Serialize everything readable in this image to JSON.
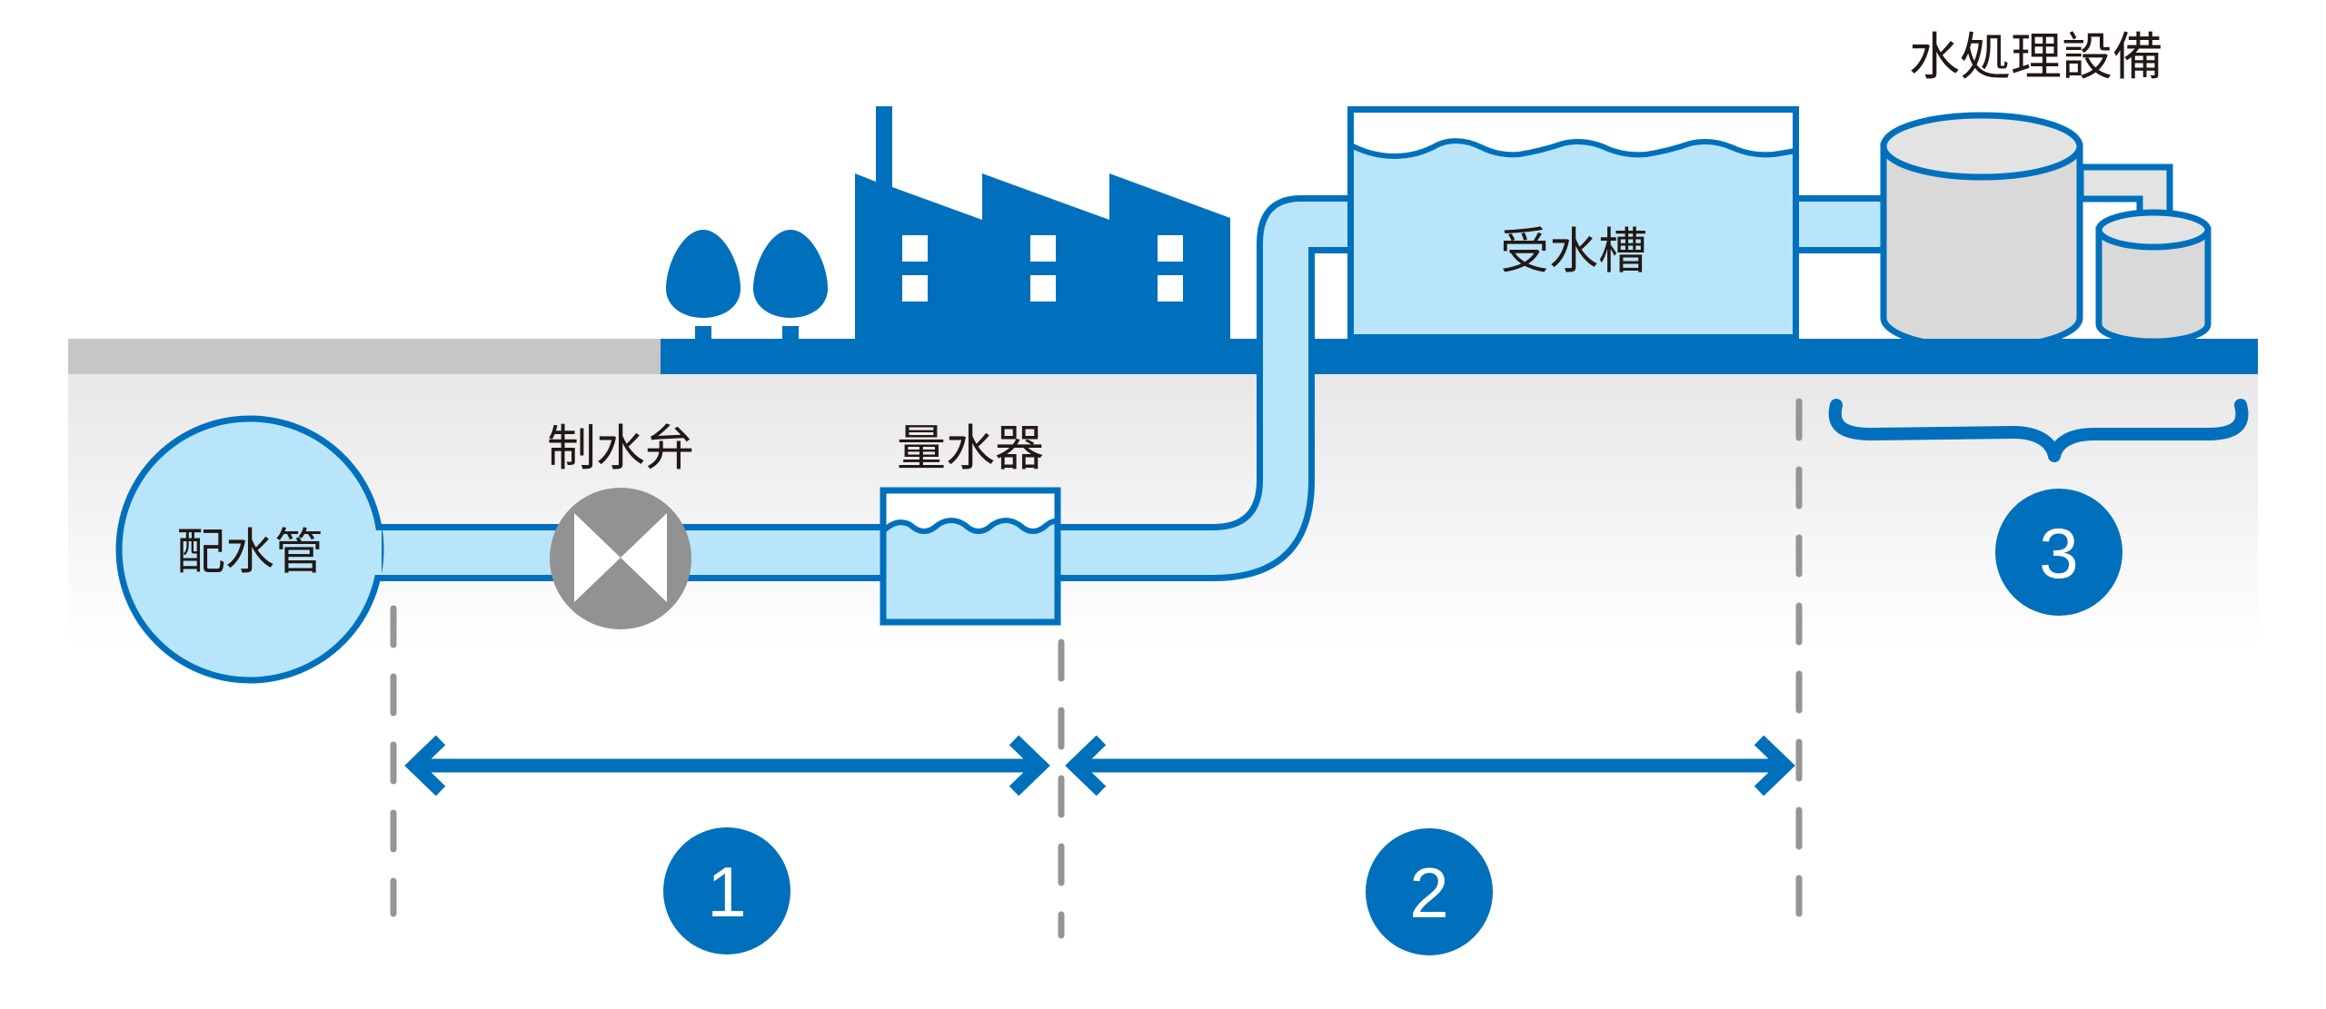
{
  "colors": {
    "brand_blue": "#0070bc",
    "water": "#b8e5f9",
    "valve_gray": "#929292",
    "equipment_gray": "#d9d9d9",
    "ground_gray": "#c6c6c6",
    "text": "#231815"
  },
  "labels": {
    "distribution_main": "配水管",
    "stop_valve": "制水弁",
    "water_meter": "量水器",
    "receiving_tank": "受水槽",
    "water_treatment": "水処理設備"
  },
  "sections": [
    {
      "number": "1",
      "from": "配水管",
      "to": "量水器"
    },
    {
      "number": "2",
      "from": "量水器",
      "to": "受水槽"
    },
    {
      "number": "3",
      "covers": "水処理設備"
    }
  ],
  "icons": {
    "trees": "tree-icon",
    "factory": "factory-icon",
    "valve": "valve-icon",
    "meter": "meter-icon",
    "tank": "tank-icon",
    "cylinders": "treatment-cylinder-icon"
  }
}
